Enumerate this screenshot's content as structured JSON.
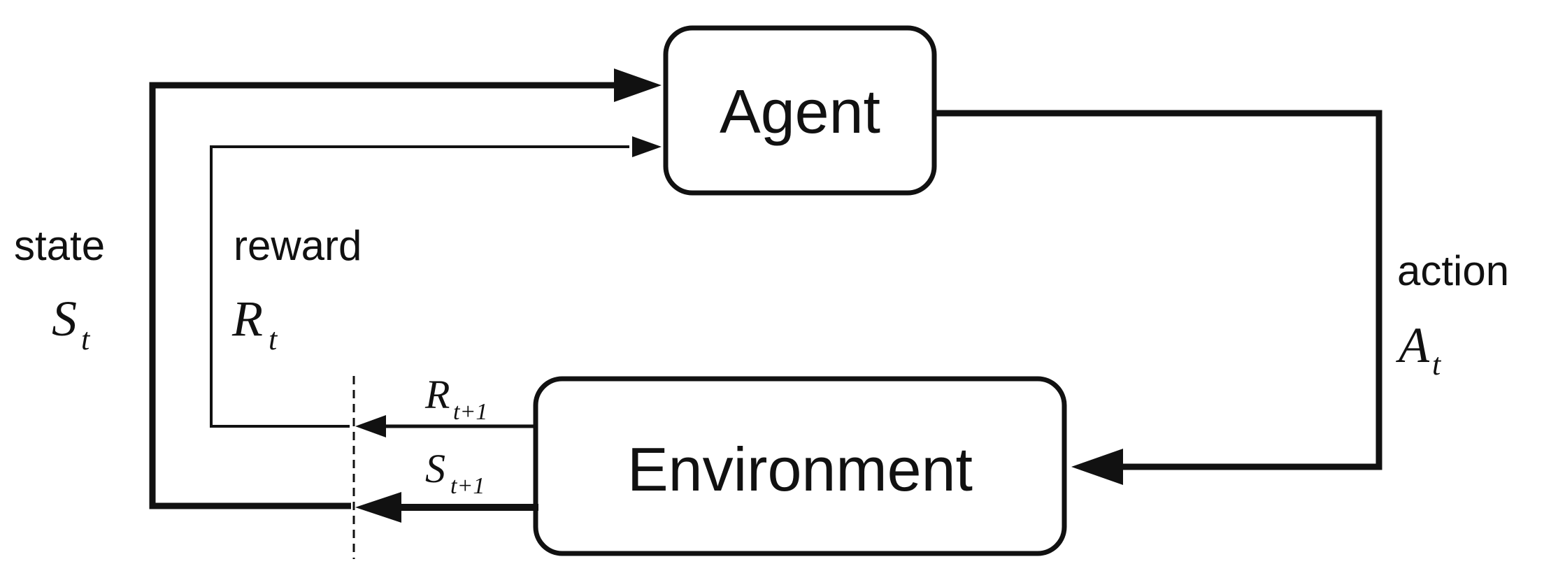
{
  "agent_label": "Agent",
  "environment_label": "Environment",
  "state": {
    "word": "state",
    "symbol": "S",
    "subscript": "t"
  },
  "reward": {
    "word": "reward",
    "symbol": "R",
    "subscript": "t"
  },
  "action": {
    "word": "action",
    "symbol": "A",
    "subscript": "t"
  },
  "next_reward": {
    "symbol": "R",
    "subscript": "t+1"
  },
  "next_state": {
    "symbol": "S",
    "subscript": "t+1"
  }
}
